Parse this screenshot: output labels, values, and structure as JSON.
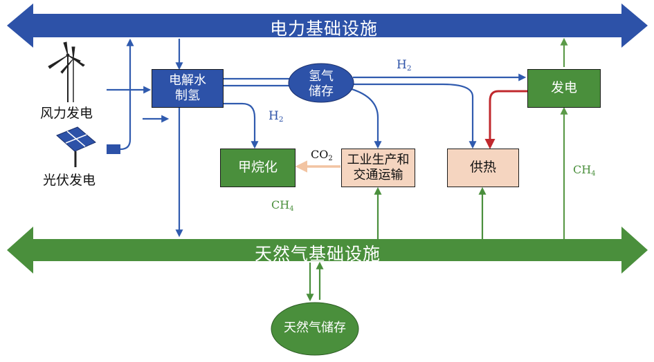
{
  "banners": {
    "power": "电力基础设施",
    "gas": "天然气基础设施"
  },
  "sources": {
    "wind": "风力发电",
    "solar": "光伏发电"
  },
  "boxes": {
    "electrolysis_line1": "电解水",
    "electrolysis_line2": "制氢",
    "h2_storage_line1": "氢气",
    "h2_storage_line2": "储存",
    "methanation": "甲烷化",
    "industry_line1": "工业生产和",
    "industry_line2": "交通运输",
    "heating": "供热",
    "generation": "发电",
    "gas_storage": "天然气储存"
  },
  "flow_labels": {
    "h2_top": {
      "base": "H",
      "sub": "2"
    },
    "h2_mid": {
      "base": "H",
      "sub": "2"
    },
    "co2": {
      "base": "CO",
      "sub": "2"
    },
    "ch4_left": {
      "base": "CH",
      "sub": "4"
    },
    "ch4_right": {
      "base": "CH",
      "sub": "4"
    }
  },
  "colors": {
    "power_blue": "#2d52a8",
    "gas_green": "#4a8f3c",
    "h2_blue": "#2f5aae",
    "heat_red": "#c0282d",
    "co2_salmon": "#f2c4a2",
    "box_peach": "#f5d5c0",
    "ch4_green": "#5b9a48"
  },
  "icons": {
    "wind": "wind-turbine-icon",
    "solar": "solar-panel-icon"
  }
}
